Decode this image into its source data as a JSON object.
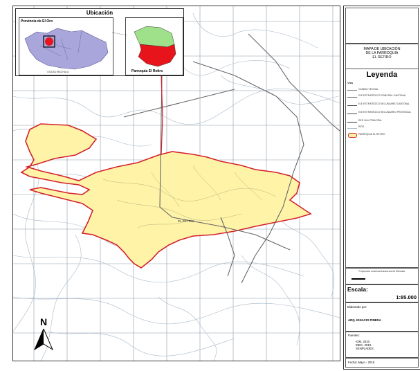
{
  "inset": {
    "title": "Ubicación",
    "province_label": "Provincia de El Oro",
    "parish_label": "Parroquia El Retiro",
    "country_label": "CIUDAD MACHALA"
  },
  "map": {
    "place_label": "EL RETIRO",
    "north_label": "N",
    "colors": {
      "parish_fill": "#fff3a8",
      "parish_border": "#d4202a",
      "grid": "#8d9aa8",
      "rivers": "#a8b8c8",
      "roads": "#666666",
      "province_fill": "#a9a6dc",
      "parish_inset_red": "#e8141c",
      "parish_inset_green": "#9fe08a"
    }
  },
  "sidebar": {
    "title_lines": [
      "MAPA DE UBICACIÓN",
      "DE LA PARROQUIA",
      "EL RETIRO"
    ],
    "legend_title": "Leyenda",
    "legend_section": "Vías",
    "legend_items": [
      {
        "label": "CAMINO VECINAL"
      },
      {
        "label": "EJE ESTRATÉGICO PRINCIPAL CANTONAL"
      },
      {
        "label": "EJE ESTRATÉGICO SECUNDARIO CANTONAL"
      },
      {
        "label": "EJE ESTRATÉGICO SECUNDARIO PROVINCIAL"
      },
      {
        "label": "RED VIAL PRINCIPAL"
      },
      {
        "label": "RÍOS"
      },
      {
        "label": "PARROQUIA EL RETIRO"
      }
    ],
    "projection": "Proyección universal transversa de Mercator",
    "escala_label": "Escala:",
    "escala_value": "1:85.000",
    "elaborado_label": "Elaborado por:",
    "elaborado_value": "ARQ. IGNACIO PINEDA",
    "fuentes_label": "Fuentes:",
    "fuentes": [
      "IGM, 2010.",
      "INEC, 2010.",
      "SENPLADES"
    ],
    "fecha": "Fecha: Mayo - 2015"
  }
}
